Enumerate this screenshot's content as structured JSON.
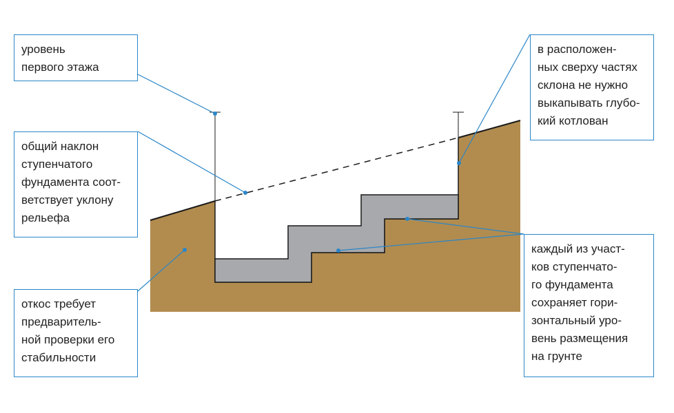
{
  "callouts": {
    "first_floor": "уровень\nпервого этажа",
    "general_slope": "общий наклон\nступенчатого\nфундамента соот-\nветствует уклону\nрельефа",
    "slope_check": "откос требует\nпредваритель-\nной проверки его\nстабильности",
    "upper_parts": "в расположен-\nных сверху частях\nсклона не нужно\nвыкапывать глубо-\nкий котлован",
    "each_section": "каждый из участ-\nков ступенчато-\nго фундамента\nсохраняет гори-\nзонтальный уро-\nвень размещения\nна грунте"
  },
  "colors": {
    "soil": "#b28c4f",
    "foundation": "#a7a9ac",
    "leader": "#2a86c8",
    "outline": "#1a1a1a"
  }
}
